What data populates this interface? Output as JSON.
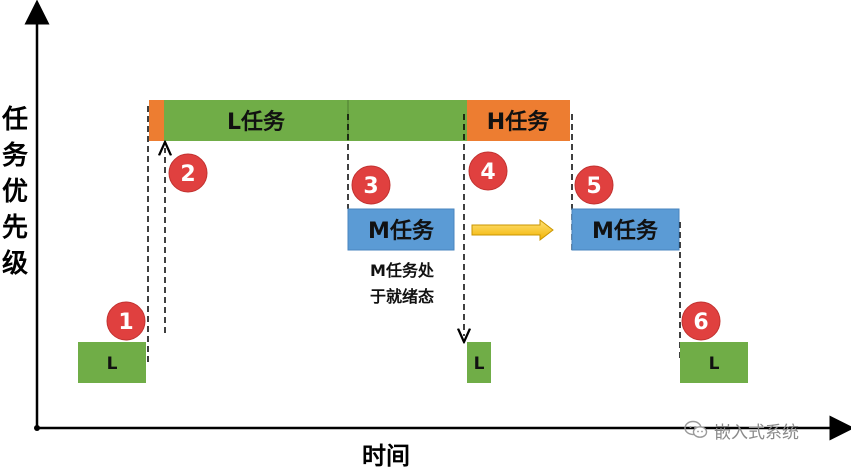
{
  "axes": {
    "y_label_chars": [
      "任",
      "务",
      "优",
      "先",
      "级"
    ],
    "x_label": "时间"
  },
  "boxes": {
    "l_first": "L",
    "l_task": "L任务",
    "h_task": "H任务",
    "m_task_1": "M任务",
    "m_task_2": "M任务",
    "l_mid": "L",
    "l_last": "L"
  },
  "note_lines": [
    "M任务处",
    "于就绪态"
  ],
  "markers": [
    "1",
    "2",
    "3",
    "4",
    "5",
    "6"
  ],
  "watermark": "嵌入式系统",
  "colors": {
    "green": "#70ad47",
    "orange": "#ed7d31",
    "blue": "#5b9bd5",
    "marker_red": "#e0403f",
    "arrow_yellow": "#ffc000"
  }
}
